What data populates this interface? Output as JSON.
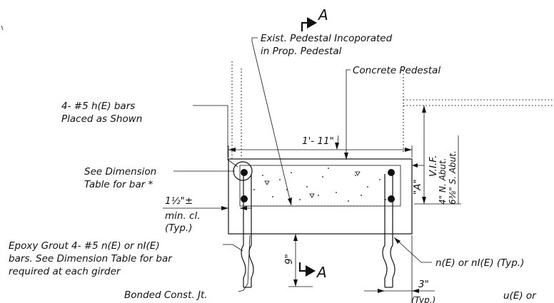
{
  "section_marks": {
    "top": "A",
    "bottom": "A"
  },
  "labels": {
    "exist_pedestal_line1": "Exist. Pedestal Incoporated",
    "exist_pedestal_line2": "in Prop. Pedestal",
    "concrete_pedestal": "Concrete Pedestal",
    "h_bars_line1": "4- #5 h(E) bars",
    "h_bars_line2": "Placed as Shown",
    "dimension_table_line1": "See Dimension",
    "dimension_table_line2": "Table for bar *",
    "clearance_value": "1½\"±",
    "clearance_line1": "min. cl.",
    "clearance_line2": "(Typ.)",
    "epoxy_line1": "Epoxy Grout 4- #5 n(E) or nI(E)",
    "epoxy_line2": "bars.  See Dimension Table for bar",
    "epoxy_line3": "required at each girder",
    "bonded_jt": "Bonded Const. Jt.",
    "n_bars": "n(E) or nI(E) (Typ.)",
    "u_bars": "u(E) or"
  },
  "dimensions": {
    "width": "1'- 11\"",
    "a": "\"A\"",
    "vif": "V.I.F.",
    "n_abut": "4\" N. Abut.",
    "s_abut": "6⅜\" S. Abut.",
    "embed": "9\"",
    "spacing": "3\"",
    "spacing_note": "(Typ.)"
  }
}
